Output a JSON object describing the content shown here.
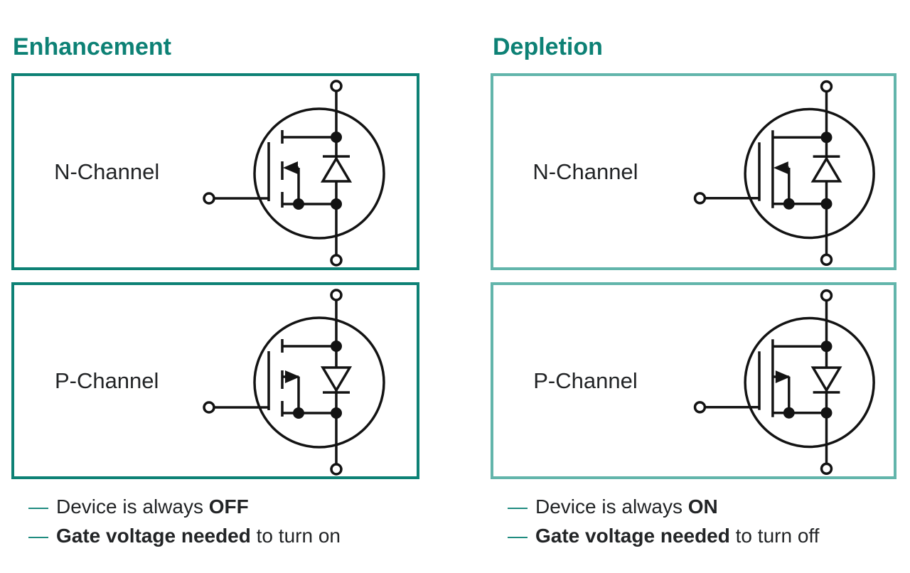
{
  "colors": {
    "background": "#ffffff",
    "heading_teal": "#0d8175",
    "enhancement_border": "#0d8175",
    "depletion_border": "#62b5ab",
    "note_dash_teal": "#128579",
    "body_text": "#222426",
    "symbol_stroke": "#131313"
  },
  "enhancement": {
    "heading": "Enhancement",
    "boxes": [
      {
        "label": "N-Channel",
        "symbol": "n-channel-enhancement-mosfet-with-body-diode"
      },
      {
        "label": "P-Channel",
        "symbol": "p-channel-enhancement-mosfet-with-body-diode"
      }
    ],
    "notes": [
      {
        "dash": "—",
        "pre": "Device is always ",
        "bold": "OFF",
        "post": ""
      },
      {
        "dash": "—",
        "pre": "",
        "bold": "Gate voltage needed",
        "post": " to turn on"
      }
    ]
  },
  "depletion": {
    "heading": "Depletion",
    "boxes": [
      {
        "label": "N-Channel",
        "symbol": "n-channel-depletion-mosfet-with-body-diode"
      },
      {
        "label": "P-Channel",
        "symbol": "p-channel-depletion-mosfet-with-body-diode"
      }
    ],
    "notes": [
      {
        "dash": "—",
        "pre": "Device is always ",
        "bold": "ON",
        "post": ""
      },
      {
        "dash": "—",
        "pre": "",
        "bold": "Gate voltage needed",
        "post": " to turn off"
      }
    ]
  }
}
